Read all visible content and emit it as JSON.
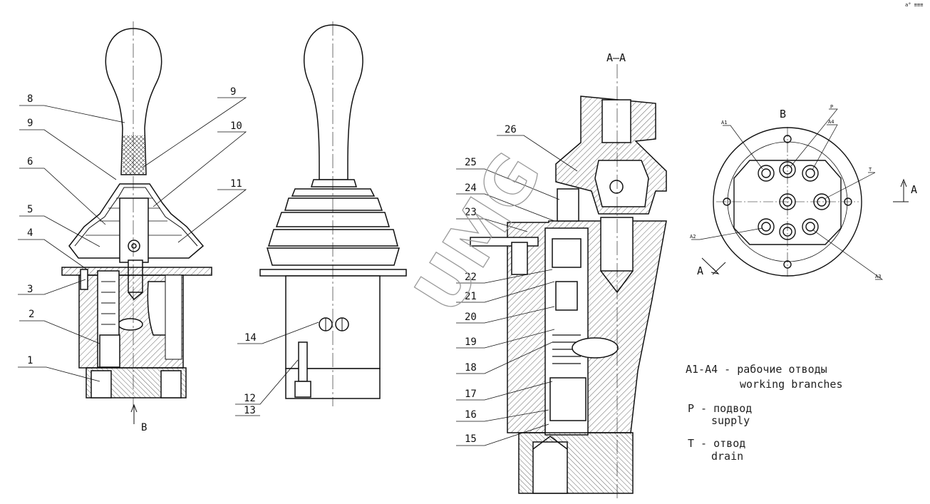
{
  "watermark": "UMG",
  "corner_mark": "a° ≡≡≡",
  "section_title": "A–A",
  "view_b_arrow_label": "B",
  "view_b_title": "B",
  "section_marker_top": "A",
  "section_marker_left": "A",
  "callouts": [
    "1",
    "2",
    "3",
    "4",
    "5",
    "6",
    "8",
    "9",
    "9",
    "10",
    "11",
    "12",
    "13",
    "14",
    "15",
    "16",
    "17",
    "18",
    "19",
    "20",
    "21",
    "22",
    "23",
    "24",
    "25",
    "26"
  ],
  "port_labels": {
    "a1": "A1",
    "a2": "A2",
    "a3": "A3",
    "a4": "A4",
    "p": "P",
    "t": "T"
  },
  "legend": [
    {
      "ru": "A1-A4 - рабочие отводы",
      "en": "working branches"
    },
    {
      "ru": "P - подвод",
      "en": "supply"
    },
    {
      "ru": "T - отвод",
      "en": "drain"
    }
  ]
}
